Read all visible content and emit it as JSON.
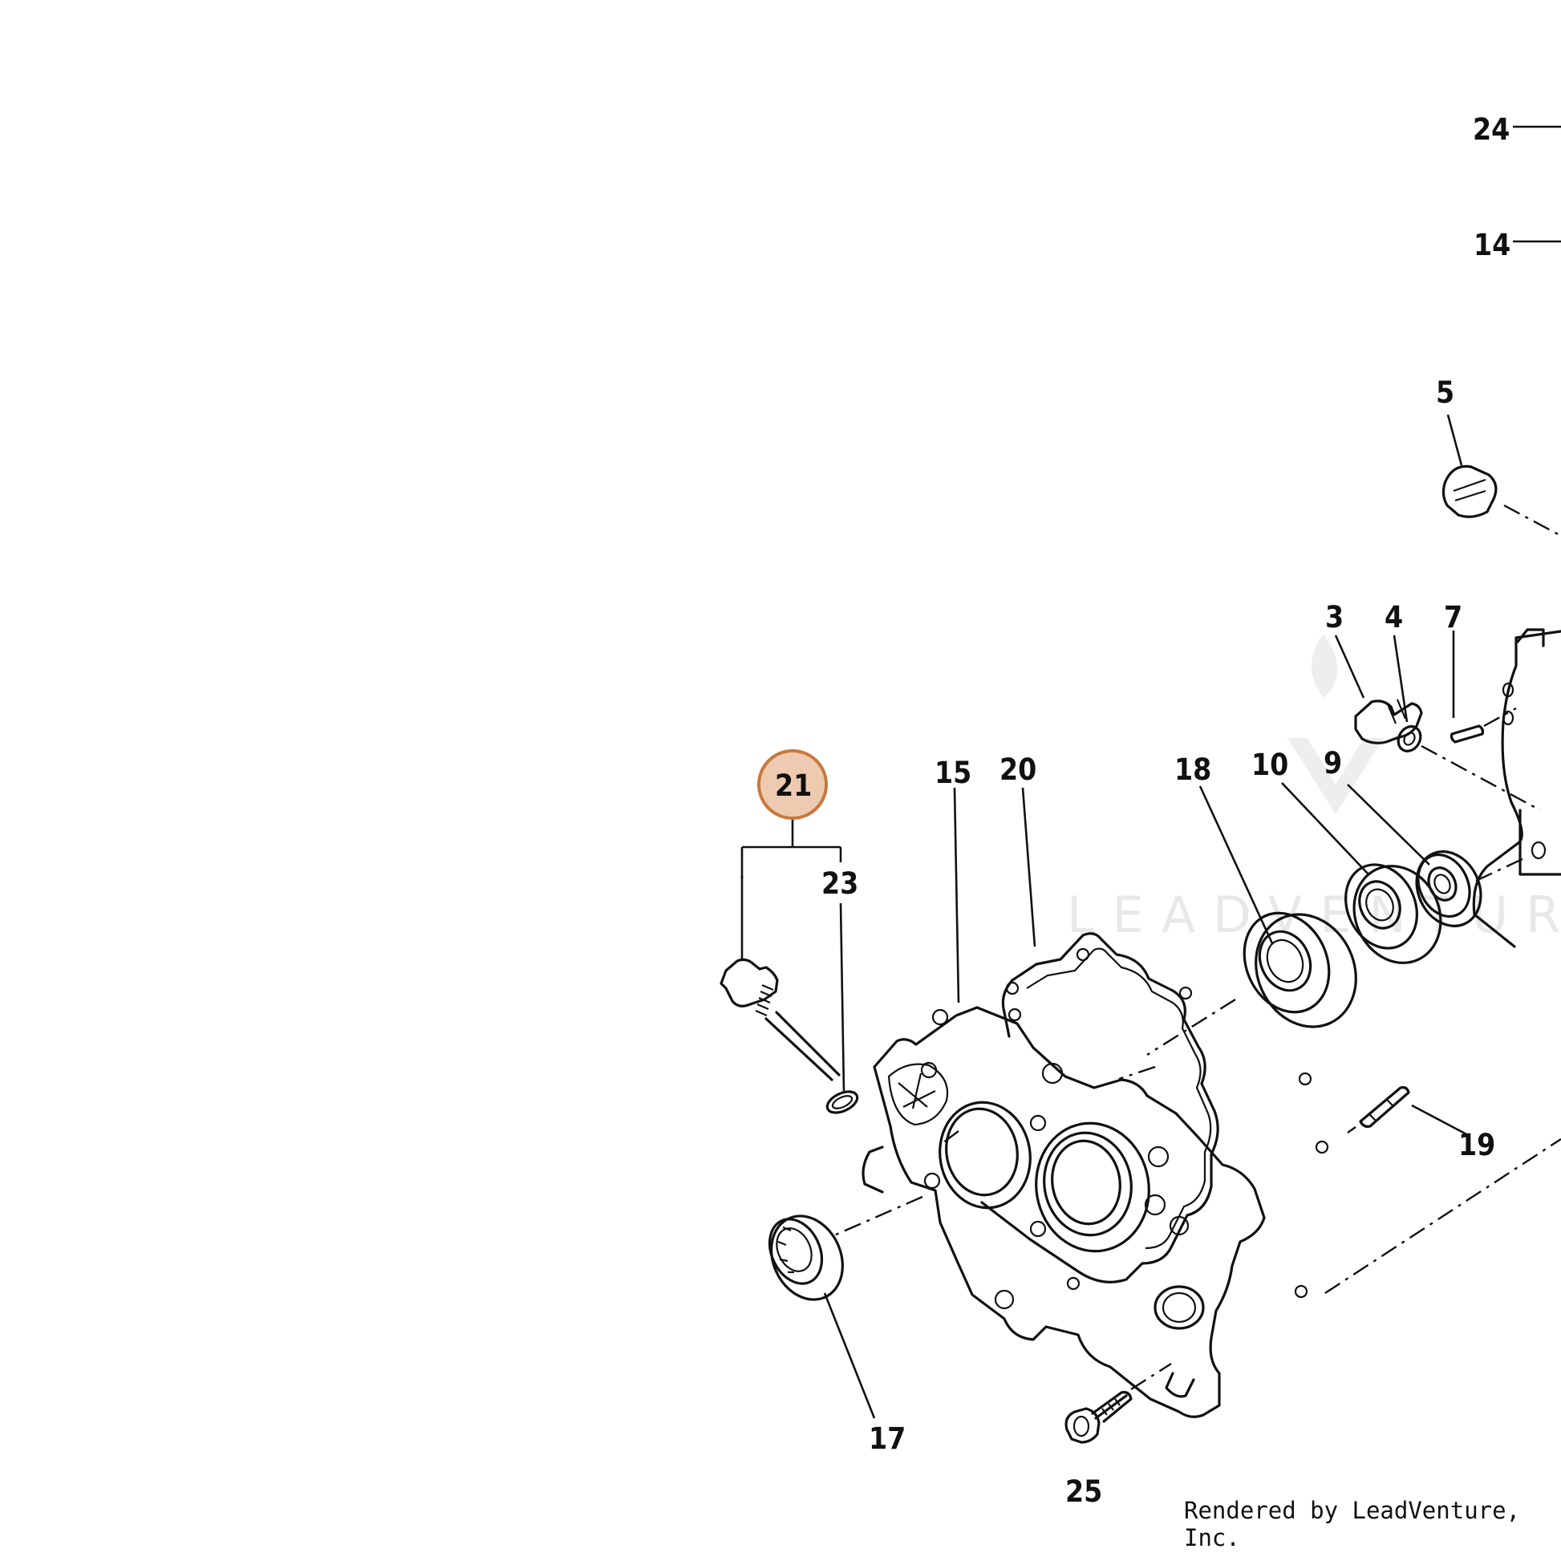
{
  "diagram": {
    "highlight_color": "#e0a070",
    "highlight_ring": "#c8783c",
    "highlighted_callout": "21",
    "callouts": [
      {
        "id": "c24",
        "label": "24"
      },
      {
        "id": "c14",
        "label": "14"
      },
      {
        "id": "c5",
        "label": "5"
      },
      {
        "id": "c3",
        "label": "3"
      },
      {
        "id": "c4",
        "label": "4"
      },
      {
        "id": "c7",
        "label": "7"
      },
      {
        "id": "c21",
        "label": "21"
      },
      {
        "id": "c15",
        "label": "15"
      },
      {
        "id": "c20",
        "label": "20"
      },
      {
        "id": "c18",
        "label": "18"
      },
      {
        "id": "c10",
        "label": "10"
      },
      {
        "id": "c9",
        "label": "9"
      },
      {
        "id": "c23",
        "label": "23"
      },
      {
        "id": "c19",
        "label": "19"
      },
      {
        "id": "c17",
        "label": "17"
      },
      {
        "id": "c25",
        "label": "25"
      }
    ],
    "watermark_text": "LEADVENTURE",
    "credit": "Rendered by LeadVenture, Inc."
  }
}
